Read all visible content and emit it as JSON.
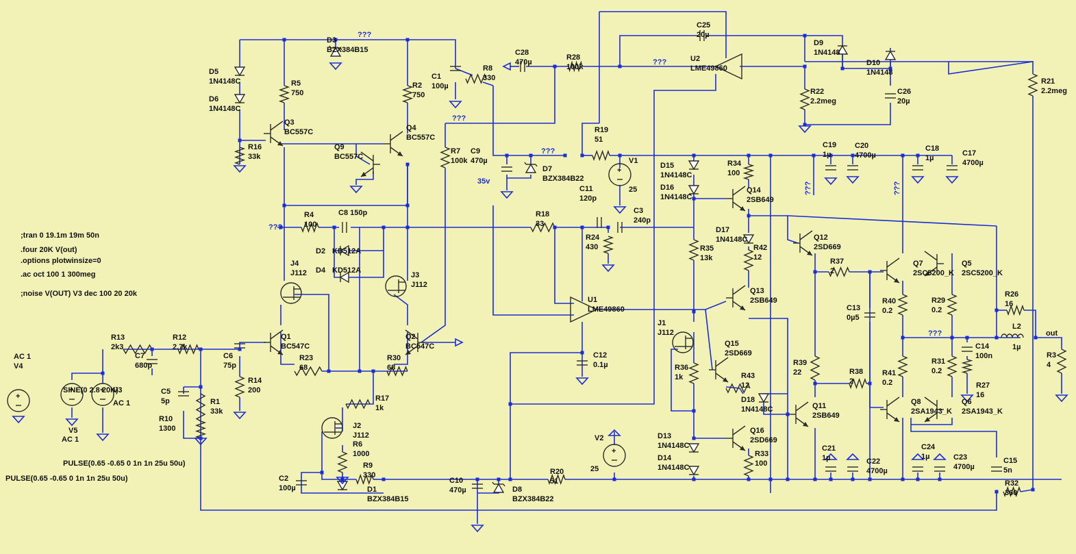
{
  "colors": {
    "background": "#f2f2b6",
    "wire": "#1a2dd8",
    "component": "#2a2a2a",
    "net_label": "#1a2dd8"
  },
  "directives": [
    ";tran 0 19.1m 19m 50n",
    ".four 20K V(out)",
    ".options plotwinsize=0",
    ".ac oct 100 1 300meg",
    ";noise V(OUT) V3 dec 100 20 20k"
  ],
  "sources": {
    "v4": {
      "name": "V4",
      "value": "AC 1"
    },
    "v3": {
      "name": "V3",
      "value": "AC 1"
    },
    "v5": {
      "name": "V5",
      "value": "AC 1"
    },
    "sine": "SINE(0 2.8 20K)",
    "pulse1": "PULSE(0.65 -0.65 0 1n 1n 25u 50u)",
    "pulse2": "PULSE(0.65 -0.65 0 1n 1n 25u 50u)",
    "v1": {
      "name": "V1",
      "value": "25"
    },
    "v2": {
      "name": "V2",
      "value": "25"
    }
  },
  "resistors": [
    {
      "ref": "R1",
      "value": "33k"
    },
    {
      "ref": "R2",
      "value": "750"
    },
    {
      "ref": "R3",
      "value": "4"
    },
    {
      "ref": "R4",
      "value": "100"
    },
    {
      "ref": "R5",
      "value": "750"
    },
    {
      "ref": "R6",
      "value": "1000"
    },
    {
      "ref": "R7",
      "value": "100k"
    },
    {
      "ref": "R8",
      "value": "330"
    },
    {
      "ref": "R9",
      "value": "330"
    },
    {
      "ref": "R10",
      "value": "1300"
    },
    {
      "ref": "R12",
      "value": "2.7k"
    },
    {
      "ref": "R13",
      "value": "2k3"
    },
    {
      "ref": "R14",
      "value": "200"
    },
    {
      "ref": "R16",
      "value": "33k"
    },
    {
      "ref": "R17",
      "value": "1k"
    },
    {
      "ref": "R18",
      "value": "33"
    },
    {
      "ref": "R19",
      "value": "51"
    },
    {
      "ref": "R20",
      "value": "51"
    },
    {
      "ref": "R21",
      "value": "2.2meg"
    },
    {
      "ref": "R22",
      "value": "2.2meg"
    },
    {
      "ref": "R23",
      "value": "68"
    },
    {
      "ref": "R24",
      "value": "430"
    },
    {
      "ref": "R26",
      "value": "16"
    },
    {
      "ref": "R27",
      "value": "16"
    },
    {
      "ref": "R28",
      "value": "100k"
    },
    {
      "ref": "R29",
      "value": "0.2"
    },
    {
      "ref": "R30",
      "value": "68"
    },
    {
      "ref": "R31",
      "value": "0.2"
    },
    {
      "ref": "R32",
      "value": "360"
    },
    {
      "ref": "R33",
      "value": "100"
    },
    {
      "ref": "R34",
      "value": "100"
    },
    {
      "ref": "R35",
      "value": "13k"
    },
    {
      "ref": "R36",
      "value": "1k"
    },
    {
      "ref": "R37",
      "value": "2"
    },
    {
      "ref": "R38",
      "value": "2"
    },
    {
      "ref": "R39",
      "value": "22"
    },
    {
      "ref": "R40",
      "value": "0.2"
    },
    {
      "ref": "R41",
      "value": "0.2"
    },
    {
      "ref": "R42",
      "value": "12"
    },
    {
      "ref": "R43",
      "value": "12"
    }
  ],
  "capacitors": [
    {
      "ref": "C1",
      "value": "100µ"
    },
    {
      "ref": "C2",
      "value": "100µ"
    },
    {
      "ref": "C3",
      "value": "240p"
    },
    {
      "ref": "C5",
      "value": "5p"
    },
    {
      "ref": "C6",
      "value": "75p"
    },
    {
      "ref": "C7",
      "value": "680p"
    },
    {
      "ref": "C8",
      "value": "150p"
    },
    {
      "ref": "C9",
      "value": "470µ"
    },
    {
      "ref": "C10",
      "value": "470µ"
    },
    {
      "ref": "C11",
      "value": "120p"
    },
    {
      "ref": "C12",
      "value": "0.1µ"
    },
    {
      "ref": "C13",
      "value": "0µ5"
    },
    {
      "ref": "C14",
      "value": "100n"
    },
    {
      "ref": "C15",
      "value": "5n"
    },
    {
      "ref": "C17",
      "value": "4700µ"
    },
    {
      "ref": "C18",
      "value": "1µ"
    },
    {
      "ref": "C19",
      "value": "1µ"
    },
    {
      "ref": "C20",
      "value": "4700µ"
    },
    {
      "ref": "C21",
      "value": "1µ"
    },
    {
      "ref": "C22",
      "value": "4700µ"
    },
    {
      "ref": "C23",
      "value": "4700µ"
    },
    {
      "ref": "C24",
      "value": "1µ"
    },
    {
      "ref": "C25",
      "value": "20µ"
    },
    {
      "ref": "C26",
      "value": "20µ"
    },
    {
      "ref": "C28",
      "value": "470µ"
    }
  ],
  "c9_note": "35v",
  "inductor": {
    "ref": "L2",
    "value": "1µ"
  },
  "diodes": [
    {
      "ref": "D1",
      "value": "BZX384B15"
    },
    {
      "ref": "D2",
      "value": "KD512A"
    },
    {
      "ref": "D3",
      "value": "BZX384B15"
    },
    {
      "ref": "D4",
      "value": "KD512A"
    },
    {
      "ref": "D5",
      "value": "1N4148C"
    },
    {
      "ref": "D6",
      "value": "1N4148C"
    },
    {
      "ref": "D7",
      "value": "BZX384B22"
    },
    {
      "ref": "D8",
      "value": "BZX384B22"
    },
    {
      "ref": "D9",
      "value": "1N4148"
    },
    {
      "ref": "D10",
      "value": "1N4148"
    },
    {
      "ref": "D13",
      "value": "1N4148C"
    },
    {
      "ref": "D14",
      "value": "1N4148C"
    },
    {
      "ref": "D15",
      "value": "1N4148C"
    },
    {
      "ref": "D16",
      "value": "1N4148C"
    },
    {
      "ref": "D17",
      "value": "1N4148C"
    },
    {
      "ref": "D18",
      "value": "1N4148C"
    }
  ],
  "transistors": [
    {
      "ref": "Q1",
      "value": "BC547C"
    },
    {
      "ref": "Q2",
      "value": "BC547C"
    },
    {
      "ref": "Q3",
      "value": "BC557C"
    },
    {
      "ref": "Q4",
      "value": "BC557C"
    },
    {
      "ref": "Q5",
      "value": "2SC5200_K"
    },
    {
      "ref": "Q6",
      "value": "2SA1943_K"
    },
    {
      "ref": "Q7",
      "value": "2SC5200_K"
    },
    {
      "ref": "Q8",
      "value": "2SA1943_K"
    },
    {
      "ref": "Q9",
      "value": "BC557C"
    },
    {
      "ref": "Q11",
      "value": "2SB649"
    },
    {
      "ref": "Q12",
      "value": "2SD669"
    },
    {
      "ref": "Q13",
      "value": "2SB649"
    },
    {
      "ref": "Q14",
      "value": "2SB649"
    },
    {
      "ref": "Q15",
      "value": "2SD669"
    },
    {
      "ref": "Q16",
      "value": "2SD669"
    }
  ],
  "jfets": [
    {
      "ref": "J1",
      "value": "J112"
    },
    {
      "ref": "J2",
      "value": "J112"
    },
    {
      "ref": "J3",
      "value": "J112"
    },
    {
      "ref": "J4",
      "value": "J112"
    }
  ],
  "opamps": [
    {
      "ref": "U1",
      "value": "LME49860"
    },
    {
      "ref": "U2",
      "value": "LME49860"
    }
  ],
  "net_labels": {
    "unknown": "???",
    "out": "out"
  }
}
